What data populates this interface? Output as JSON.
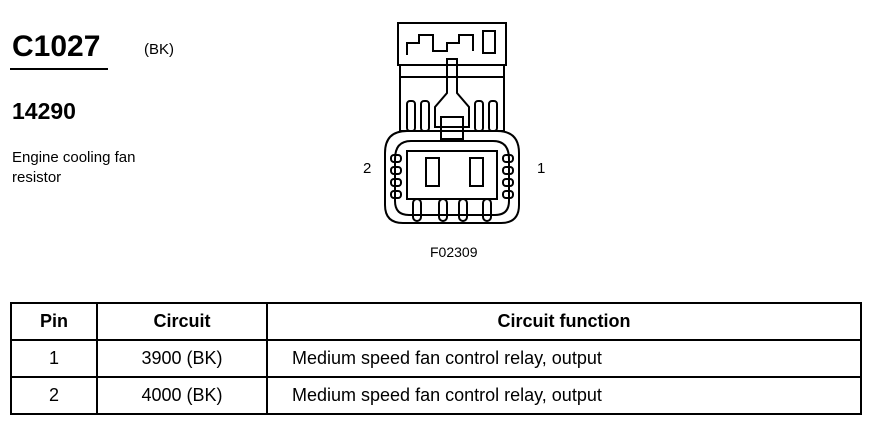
{
  "header": {
    "connector_id": "C1027",
    "color_code": "(BK)",
    "part_number": "14290",
    "description": "Engine cooling fan resistor"
  },
  "diagram": {
    "pin_left_label": "2",
    "pin_right_label": "1",
    "figure_id": "F02309"
  },
  "table": {
    "headers": [
      "Pin",
      "Circuit",
      "Circuit function"
    ],
    "rows": [
      [
        "1",
        "3900 (BK)",
        "Medium speed fan control relay, output"
      ],
      [
        "2",
        "4000 (BK)",
        "Medium speed fan control relay, output"
      ]
    ]
  }
}
